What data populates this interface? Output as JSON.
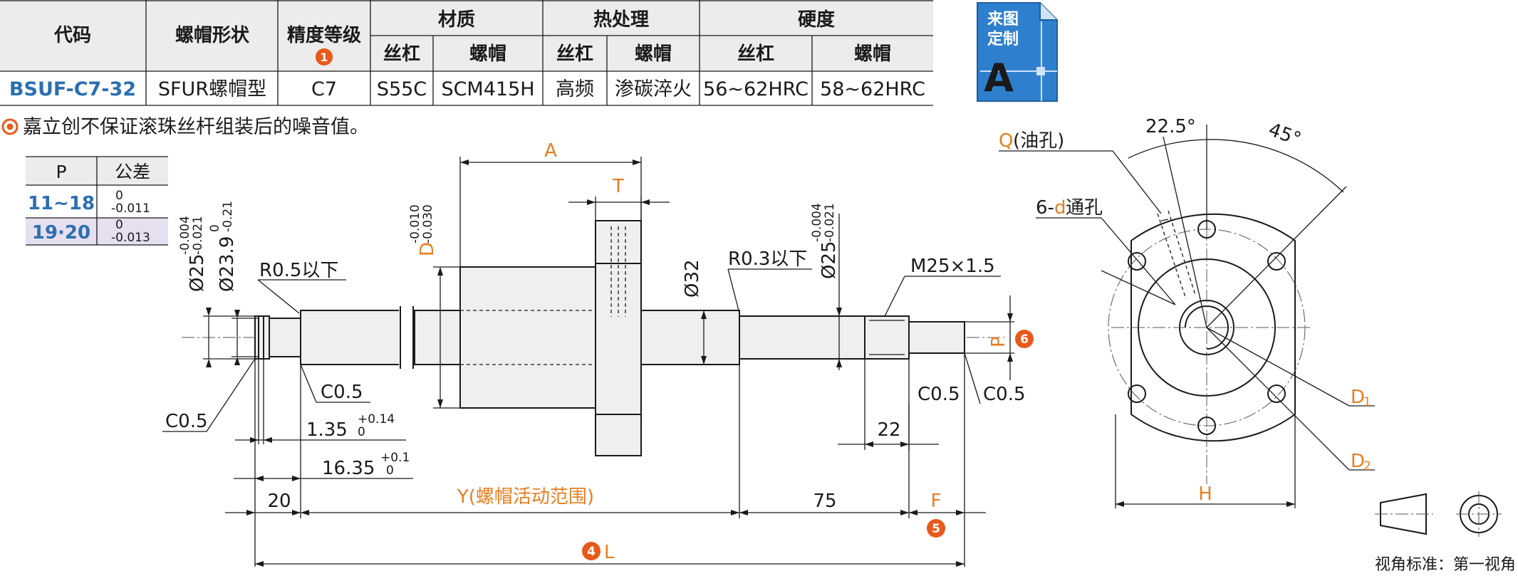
{
  "table": {
    "headers": {
      "code": "代码",
      "nut_shape": "螺帽形状",
      "accuracy": "精度等级",
      "accuracy_badge": "1",
      "material": "材质",
      "heat_treatment": "热处理",
      "hardness": "硬度",
      "screw": "丝杠",
      "nut": "螺帽"
    },
    "row": {
      "code": "BSUF-C7-32",
      "nut_shape": "SFUR螺帽型",
      "accuracy": "C7",
      "material_screw": "S55C",
      "material_nut": "SCM415H",
      "heat_screw": "高频",
      "heat_nut": "渗碳淬火",
      "hardness_screw": "56~62HRC",
      "hardness_nut": "58~62HRC"
    }
  },
  "custom_badge": {
    "line1": "来图",
    "line2": "定制",
    "letter": "A"
  },
  "note": "嘉立创不保证滚珠丝杆组装后的噪音值。",
  "tolerance_table": {
    "headers": [
      "P",
      "公差"
    ],
    "rows": [
      {
        "p": "11~18",
        "upper": "0",
        "lower": "-0.011"
      },
      {
        "p": "19·20",
        "upper": "0",
        "lower": "-0.013"
      }
    ]
  },
  "dims": {
    "A": "A",
    "T": "T",
    "D": "D",
    "D_upper": "-0.010",
    "D_lower": "-0.030",
    "d25_a": "Ø25",
    "d25_a_upper": "-0.004",
    "d25_a_lower": "-0.021",
    "d239": "Ø23.9",
    "d239_upper": "0",
    "d239_lower": "-0.21",
    "r05": "R0.5以下",
    "d32": "Ø32",
    "r03": "R0.3以下",
    "d25_b": "Ø25",
    "d25_b_upper": "-0.004",
    "d25_b_lower": "-0.021",
    "m25": "M25×1.5",
    "P": "P",
    "badge6": "6",
    "c05": "C0.5",
    "d135": "1.35",
    "d135_upper": "+0.14",
    "d135_lower": "0",
    "d1635": "16.35",
    "d1635_upper": "+0.1",
    "d1635_lower": "0",
    "d22": "22",
    "d20": "20",
    "Y": "Y(螺帽活动范围)",
    "d75": "75",
    "F": "F",
    "badge5": "5",
    "badge4": "4",
    "L": "L"
  },
  "side_view": {
    "Q": "Q",
    "Q_label": "(油孔)",
    "angle1": "22.5°",
    "angle2": "45°",
    "holes_prefix": "6-",
    "holes_d": "d",
    "holes_suffix": "通孔",
    "D1": "D",
    "D1_sub": "1",
    "D2": "D",
    "D2_sub": "2",
    "H": "H"
  },
  "view_standard": "视角标准：第一视角"
}
